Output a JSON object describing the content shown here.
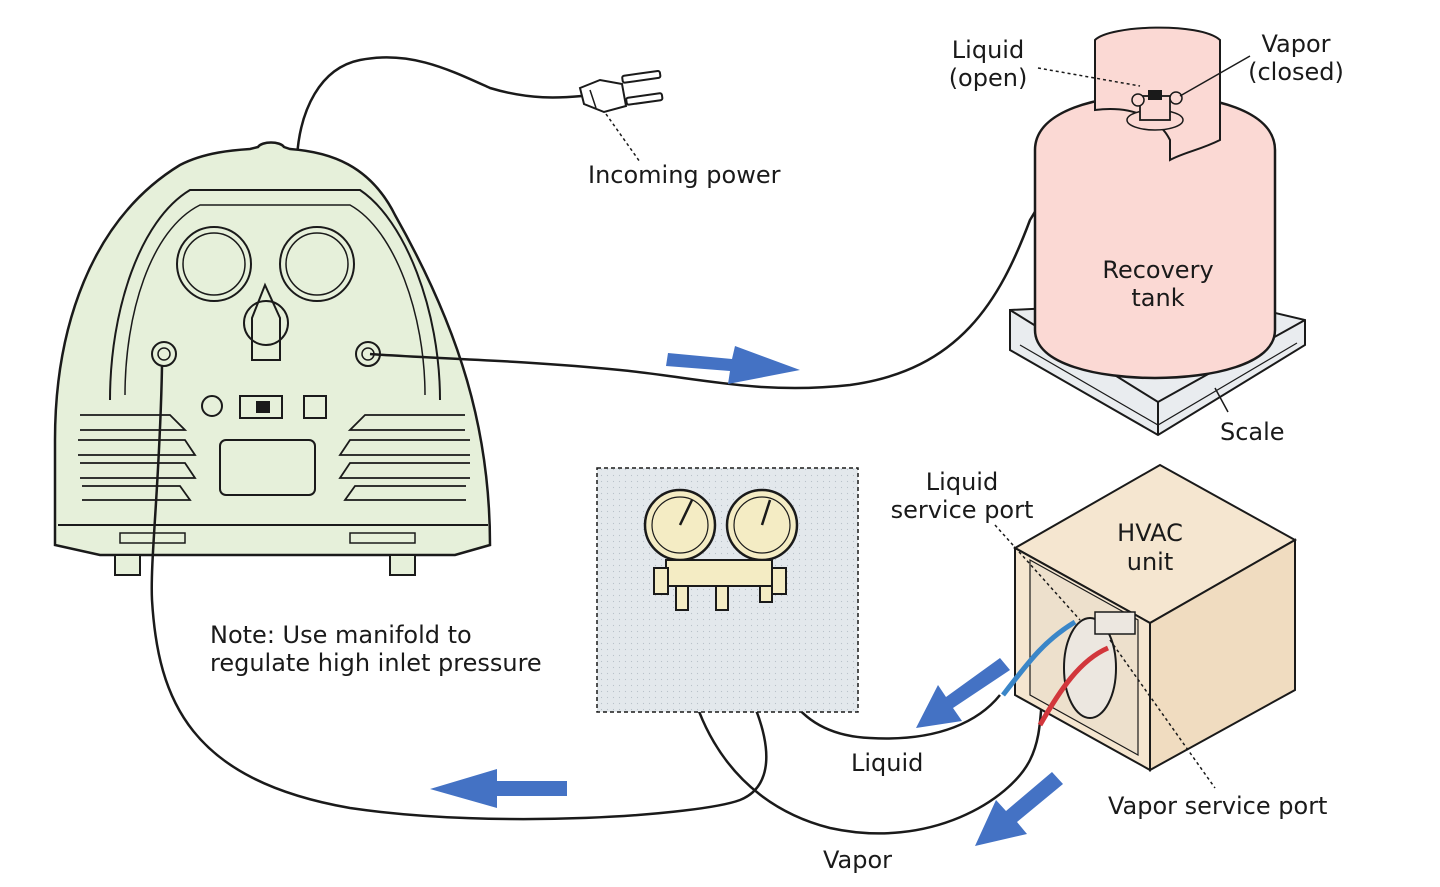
{
  "labels": {
    "incoming_power": "Incoming power",
    "liquid_valve_line1": "Liquid",
    "liquid_valve_line2": "(open)",
    "vapor_valve_line1": "Vapor",
    "vapor_valve_line2": "(closed)",
    "recovery_tank_line1": "Recovery",
    "recovery_tank_line2": "tank",
    "scale": "Scale",
    "liquid_port_line1": "Liquid",
    "liquid_port_line2": "service port",
    "hvac_line1": "HVAC",
    "hvac_line2": "unit",
    "vapor_port": "Vapor service port",
    "liquid_hose": "Liquid",
    "vapor_hose": "Vapor",
    "note_line1": "Note: Use manifold to",
    "note_line2": "regulate high inlet pressure"
  },
  "colors": {
    "machine_fill": "#e6f0da",
    "tank_fill": "#fbd9d4",
    "scale_fill": "#e9ecef",
    "hvac_fill": "#f5e6d0",
    "manifold_panel": "#e3e8ec",
    "gauge_fill": "#f4ecc4",
    "flow_arrow": "#4472c4",
    "hose_blue": "#3a86c8",
    "hose_red": "#d2373c",
    "line": "#1a1a1a"
  }
}
